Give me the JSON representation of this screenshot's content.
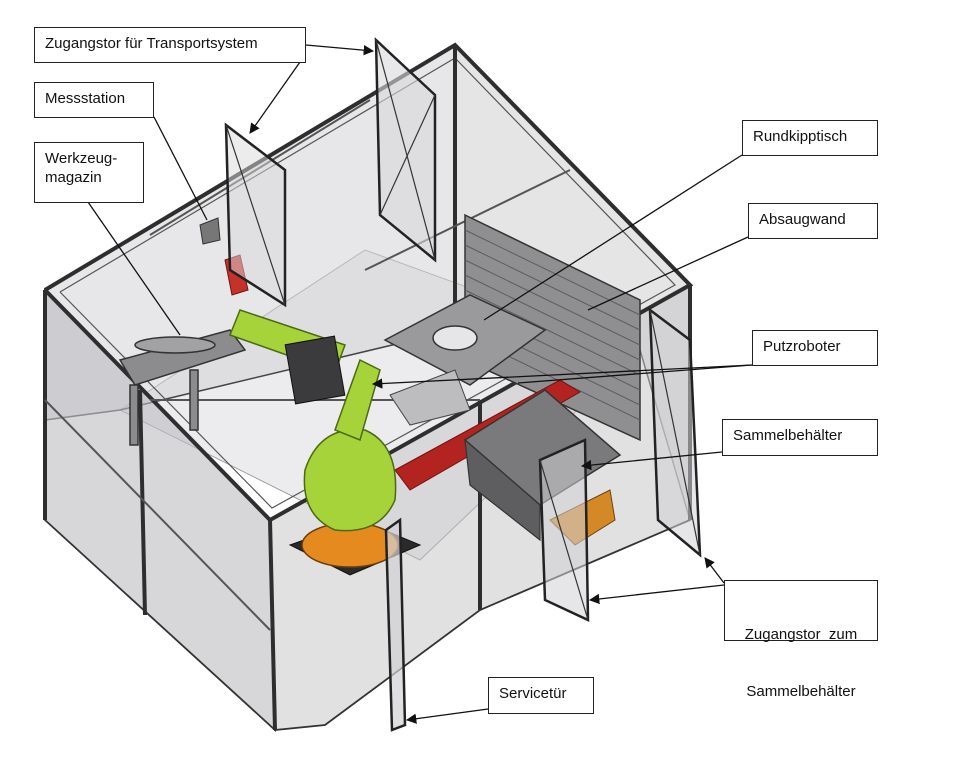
{
  "labels": {
    "transport_gate": "Zugangstor für Transportsystem",
    "measuring_station": "Messstation",
    "tool_magazine_1": "Werkzeug-",
    "tool_magazine_2": "magazin",
    "rotary_tilt_table": "Rundkipptisch",
    "extraction_wall": "Absaugwand",
    "cleaning_robot": "Putzroboter",
    "collection_bin": "Sammelbehälter",
    "bin_gate_1": "Zugangstor  zum",
    "bin_gate_2": "Sammelbehälter",
    "service_door": "Servicetür"
  },
  "colors": {
    "frame": "#3a3a3a",
    "glass": "#c9c9cc",
    "floor": "#e9e9ea",
    "robot_green": "#a6d23a",
    "robot_orange": "#e58a1f",
    "rail_red": "#b3231f",
    "bin_grey": "#6b6b6e"
  }
}
